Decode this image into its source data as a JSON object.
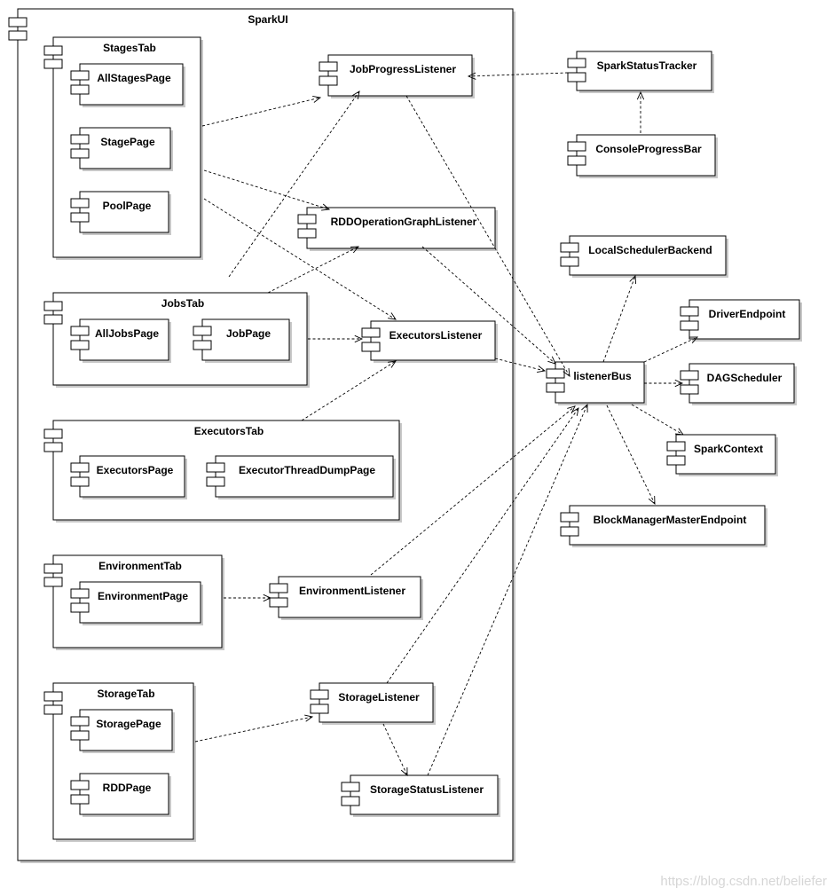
{
  "components": {
    "sparkui": "SparkUI",
    "stagestab": "StagesTab",
    "allstagespage": "AllStagesPage",
    "stagepage": "StagePage",
    "poolpage": "PoolPage",
    "jobstab": "JobsTab",
    "alljobspage": "AllJobsPage",
    "jobpage": "JobPage",
    "executorstab": "ExecutorsTab",
    "executorspage": "ExecutorsPage",
    "executorthreaddumppage": "ExecutorThreadDumpPage",
    "environmenttab": "EnvironmentTab",
    "environmentpage": "EnvironmentPage",
    "storagetab": "StorageTab",
    "storagepage": "StoragePage",
    "rddpage": "RDDPage",
    "jobprogresslistener": "JobProgressListener",
    "rddoperationgraphlistener": "RDDOperationGraphListener",
    "executorslistener": "ExecutorsListener",
    "environmentlistener": "EnvironmentListener",
    "storagelistener": "StorageListener",
    "storagestatuslistener": "StorageStatusListener",
    "sparkstatustracker": "SparkStatusTracker",
    "consoleprogressbar": "ConsoleProgressBar",
    "localschedulerbackend": "LocalSchedulerBackend",
    "driverendpoint": "DriverEndpoint",
    "listenerbus": "listenerBus",
    "dagscheduler": "DAGScheduler",
    "sparkcontext": "SparkContext",
    "blockmanagermasterendpoint": "BlockManagerMasterEndpoint"
  },
  "watermark": "https://blog.csdn.net/beliefer"
}
